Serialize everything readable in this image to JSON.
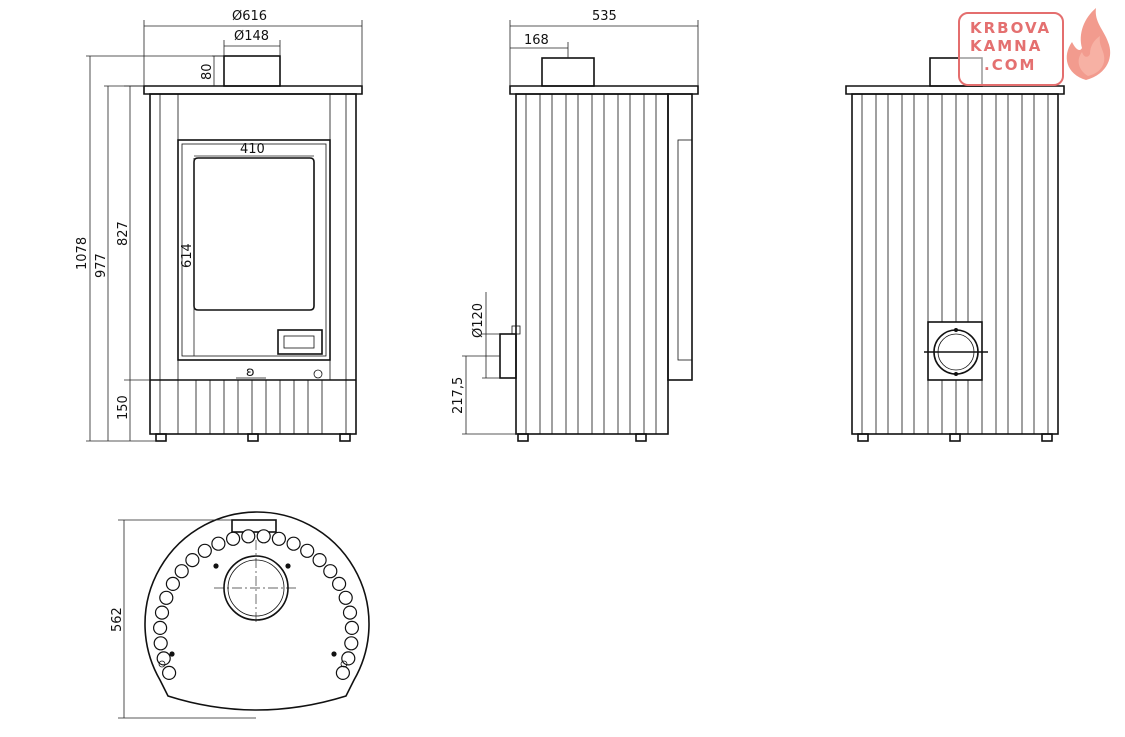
{
  "dimensions": {
    "front_width": "Ø616",
    "flue_diameter": "Ø148",
    "top_height": "80",
    "total_height": "1078",
    "body_height": "977",
    "door_height_outer": "827",
    "base_height": "150",
    "glass_width": "410",
    "glass_height": "614",
    "side_depth": "535",
    "flue_offset": "168",
    "air_inlet_diameter": "Ø120",
    "air_inlet_height": "217,5",
    "plan_depth": "562"
  },
  "logo": {
    "line1": "KRBOVA",
    "line2": "KAMNA",
    "line3": ".COM",
    "color": "#e46e6e"
  },
  "colors": {
    "line": "#111111",
    "background": "#ffffff"
  }
}
